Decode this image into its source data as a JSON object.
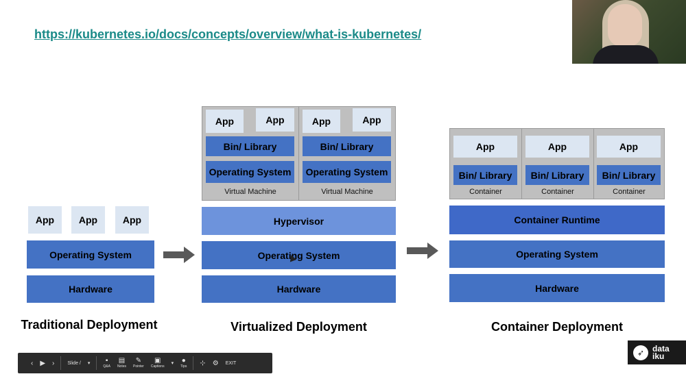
{
  "url": "https://kubernetes.io/docs/concepts/overview/what-is-kubernetes/",
  "traditional": {
    "apps": [
      "App",
      "App",
      "App"
    ],
    "os": "Operating System",
    "hardware": "Hardware",
    "caption": "Traditional Deployment"
  },
  "virtualized": {
    "vms": [
      {
        "apps": [
          "App",
          "App"
        ],
        "bin": "Bin/ Library",
        "os": "Operating System",
        "label": "Virtual Machine"
      },
      {
        "apps": [
          "App",
          "App"
        ],
        "bin": "Bin/ Library",
        "os": "Operating System",
        "label": "Virtual Machine"
      }
    ],
    "hypervisor": "Hypervisor",
    "os": "Operating System",
    "hardware": "Hardware",
    "caption": "Virtualized Deployment"
  },
  "container": {
    "containers": [
      {
        "app": "App",
        "bin": "Bin/ Library",
        "label": "Container"
      },
      {
        "app": "App",
        "bin": "Bin/ Library",
        "label": "Container"
      },
      {
        "app": "App",
        "bin": "Bin/ Library",
        "label": "Container"
      }
    ],
    "runtime": "Container Runtime",
    "os": "Operating System",
    "hardware": "Hardware",
    "caption": "Container Deployment"
  },
  "toolbar": {
    "slide_label": "Slide /",
    "qa_label": "Q&A",
    "notes_label": "Notes",
    "pointer_label": "Pointer",
    "captions_label": "Captions",
    "tips_label": "Tips",
    "exit_label": "EXIT"
  },
  "logo": {
    "line1": "data",
    "line2": "iku"
  },
  "colors": {
    "blue": "#4472c4",
    "hypervisor": "#6d93dc",
    "runtime": "#3f69c8",
    "app": "#dce6f2",
    "panel": "#bfbfbf",
    "link": "#1a8a88"
  }
}
